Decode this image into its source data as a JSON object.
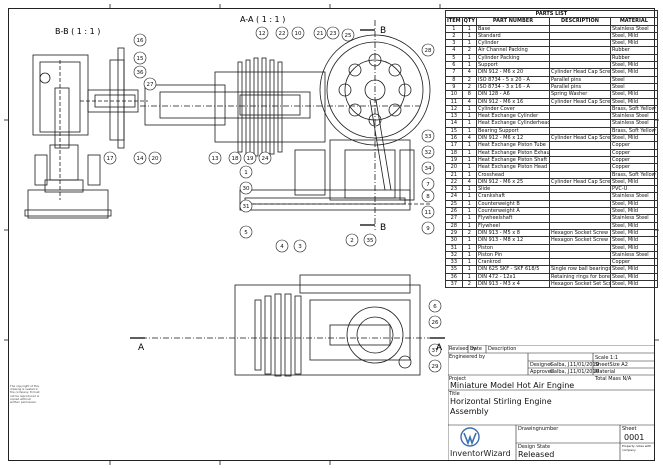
{
  "views": {
    "section_bb": "B-B ( 1 : 1 )",
    "section_aa": "A-A ( 1 : 1 )",
    "cut_a": "A",
    "cut_b": "B"
  },
  "balloons": [
    "16",
    "15",
    "36",
    "27",
    "17",
    "14",
    "20",
    "12",
    "22",
    "10",
    "21",
    "23",
    "25",
    "28",
    "13",
    "18",
    "19",
    "24",
    "33",
    "32",
    "34",
    "7",
    "8",
    "11",
    "9",
    "35",
    "1",
    "30",
    "31",
    "2",
    "5",
    "4",
    "3",
    "6",
    "26",
    "29",
    "37"
  ],
  "parts_list": {
    "title": "PARTS LIST",
    "headers": [
      "ITEM",
      "QTY",
      "PART NUMBER",
      "DESCRIPTION",
      "MATERIAL"
    ],
    "rows": [
      [
        "1",
        "1",
        "Base",
        "",
        "Stainless Steel"
      ],
      [
        "2",
        "1",
        "Standard",
        "",
        "Steel, Mild"
      ],
      [
        "3",
        "1",
        "Cylinder",
        "",
        "Steel, Mild"
      ],
      [
        "4",
        "2",
        "Air Channel Packing",
        "",
        "Rubber"
      ],
      [
        "5",
        "1",
        "Cylinder Packing",
        "",
        "Rubber"
      ],
      [
        "6",
        "1",
        "Support",
        "",
        "Steel, Mild"
      ],
      [
        "7",
        "4",
        "DIN 912 - M6 x 20",
        "Cylinder Head Cap Screw",
        "Steel, Mild"
      ],
      [
        "8",
        "2",
        "ISO 8734 - 5 x 20 - A",
        "Parallel pins",
        "Steel"
      ],
      [
        "9",
        "2",
        "ISO 8734 - 3 x 16 - A",
        "Parallel pins",
        "Steel"
      ],
      [
        "10",
        "8",
        "DIN 128 - A6",
        "Spring Washer",
        "Steel, Mild"
      ],
      [
        "11",
        "4",
        "DIN 912 - M6 x 16",
        "Cylinder Head Cap Screw",
        "Steel, Mild"
      ],
      [
        "12",
        "1",
        "Cylinder Cover",
        "",
        "Brass, Soft Yellow"
      ],
      [
        "13",
        "1",
        "Heat Exchange Cylinder",
        "",
        "Stainless Steel"
      ],
      [
        "14",
        "1",
        "Heat Exchange Cylinderhead",
        "",
        "Stainless Steel"
      ],
      [
        "15",
        "1",
        "Bearing Support",
        "",
        "Brass, Soft Yellow"
      ],
      [
        "16",
        "4",
        "DIN 912 - M6 x 12",
        "Cylinder Head Cap Screw",
        "Steel, Mild"
      ],
      [
        "17",
        "1",
        "Heat Exchange Piston Tube",
        "",
        "Copper"
      ],
      [
        "18",
        "1",
        "Heat Exchange Piston Exhaust",
        "",
        "Copper"
      ],
      [
        "19",
        "1",
        "Heat Exchange Piston Shaft",
        "",
        "Copper"
      ],
      [
        "20",
        "1",
        "Heat Exchange Piston Head",
        "",
        "Copper"
      ],
      [
        "21",
        "1",
        "Crosshead",
        "",
        "Brass, Soft Yellow"
      ],
      [
        "22",
        "4",
        "DIN 912 - M6 x 25",
        "Cylinder Head Cap Screw",
        "Steel, Mild"
      ],
      [
        "23",
        "1",
        "Slide",
        "",
        "PVC-U"
      ],
      [
        "24",
        "1",
        "Crankshaft",
        "",
        "Stainless Steel"
      ],
      [
        "25",
        "1",
        "Counterweight B",
        "",
        "Steel, Mild"
      ],
      [
        "26",
        "1",
        "Counterweight A",
        "",
        "Steel, Mild"
      ],
      [
        "27",
        "1",
        "Flywheelshaft",
        "",
        "Stainless Steel"
      ],
      [
        "28",
        "1",
        "Flywheel",
        "",
        "Steel, Mild"
      ],
      [
        "29",
        "2",
        "DIN 913 - M5 x 8",
        "Hexagon Socket Screw",
        "Steel, Mild"
      ],
      [
        "30",
        "1",
        "DIN 913 - M8 x 12",
        "Hexagon Socket Screw",
        "Steel, Mild"
      ],
      [
        "31",
        "1",
        "Piston",
        "",
        "Steel, Mild"
      ],
      [
        "32",
        "1",
        "Piston Pin",
        "",
        "Stainless Steel"
      ],
      [
        "33",
        "1",
        "Crankrod",
        "",
        "Copper"
      ],
      [
        "35",
        "1",
        "DIN 625 SKF - SKF 618/5",
        "Single row ball bearings",
        "Steel, Mild"
      ],
      [
        "36",
        "1",
        "DIN 472 - 12x1",
        "Retaining rings for bores",
        "Steel, Mild"
      ],
      [
        "37",
        "2",
        "DIN 913 - M3 x 4",
        "Hexagon Socket Set Screw",
        "Steel, Mild"
      ]
    ]
  },
  "title_block": {
    "revised_by": "Revised by",
    "date_label": "Date",
    "description_label": "Description",
    "engineered_by": "Engineered by",
    "designer": "Designer",
    "approved": "Approved",
    "designer_name": "Galba, J.",
    "approved_name": "Galba, J.",
    "design_date": "11/01/2010",
    "approved_date": "11/01/2010",
    "scale": "Scale 1:1",
    "sheet_size": "SheetSize A2",
    "material_label": "Material",
    "total_mass": "Total Mass N/A",
    "project_label": "Project",
    "project": "Miniature Model Hot Air Engine",
    "title_label": "Title",
    "title_line1": "Horizontal Stirling Engine",
    "title_line2": "Assembly",
    "drawing_number_label": "Drawingnumber",
    "sheet_label": "Sheet",
    "sheet": "0001",
    "design_state_label": "Design State",
    "design_state": "Released",
    "logo_text": "InventorWizard",
    "notice_left": "The copyright of this drawing is vested in the company. It must not be reproduced or copied without written permission.",
    "notice_right": "Property notes with company"
  },
  "colors": {
    "line": "#1a1a1a",
    "bg": "#ffffff",
    "logo": "#3a6fb0"
  }
}
